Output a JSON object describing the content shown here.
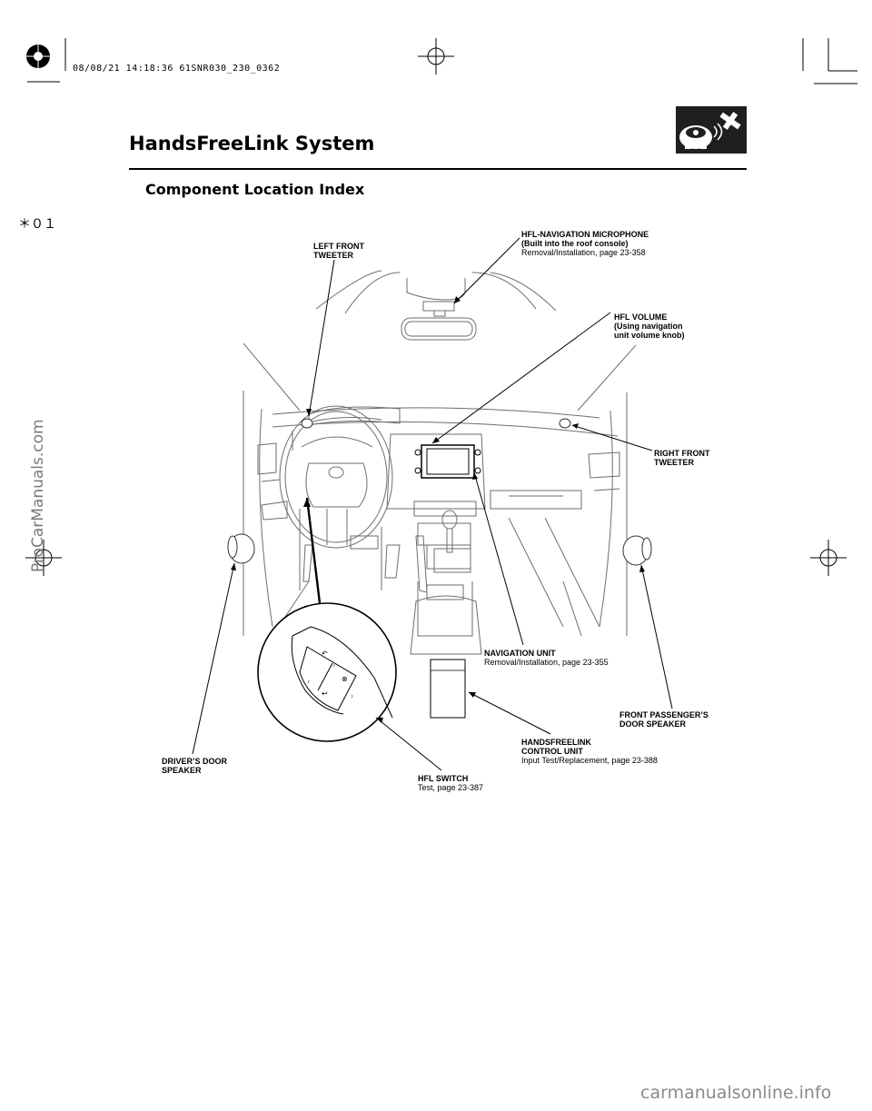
{
  "header": {
    "registration_stamp": "08/08/21 14:18:36 61SNR030_230_0362",
    "title": "HandsFreeLink System",
    "section_title": "Component Location Index",
    "icon": "car-satellite-navigation-icon"
  },
  "margin_mark": "＊０１",
  "watermarks": {
    "side": "ProCarManuals.com",
    "bottom": "carmanualsonline.info"
  },
  "callouts": {
    "left_front_tweeter": {
      "title_1": "LEFT FRONT",
      "title_2": "TWEETER"
    },
    "hfl_nav_microphone": {
      "title_1": "HFL-NAVIGATION MICROPHONE",
      "title_2": "(Built into the roof console)",
      "ref": "Removal/Installation, page 23-358"
    },
    "hfl_volume": {
      "title_1": "HFL VOLUME",
      "title_2": "(Using navigation",
      "title_3": "unit volume knob)"
    },
    "right_front_tweeter": {
      "title_1": "RIGHT FRONT",
      "title_2": "TWEETER"
    },
    "navigation_unit": {
      "title_1": "NAVIGATION UNIT",
      "ref": "Removal/Installation, page 23-355"
    },
    "front_passenger_door_speaker": {
      "title_1": "FRONT PASSENGER’S",
      "title_2": "DOOR SPEAKER"
    },
    "handsfreelink_control_unit": {
      "title_1": "HANDSFREELINK",
      "title_2": "CONTROL UNIT",
      "ref": "Input Test/Replacement, page 23-388"
    },
    "drivers_door_speaker": {
      "title_1": "DRIVER’S DOOR",
      "title_2": "SPEAKER"
    },
    "hfl_switch": {
      "title_1": "HFL SWITCH",
      "ref": "Test, page 23-387"
    }
  },
  "colors": {
    "ink": "#000000",
    "line_art": "#6e6e6e",
    "watermark": "#7a7a7a"
  }
}
